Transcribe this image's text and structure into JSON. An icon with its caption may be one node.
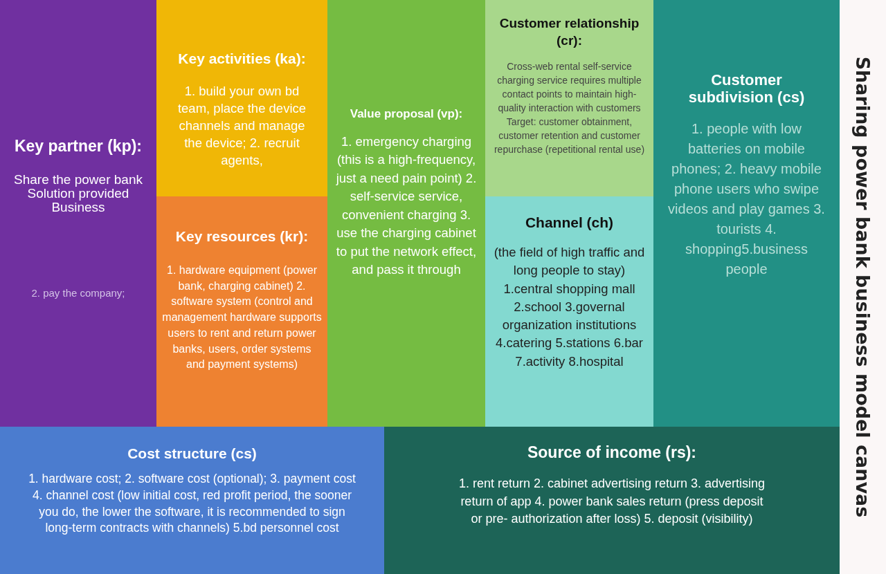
{
  "diagram": {
    "title": "Sharing power bank business model canvas",
    "nodes": [
      {
        "text": [
          "Key partner (kp):",
          "Share the power bank Solution provided Business",
          "2. pay the company;"
        ]
      },
      {
        "text": [
          "Key activities (ka):",
          "1. build your own bd team, place the device channels and manage the device; 2. recruit agents,"
        ]
      },
      {
        "text": [
          "Key resources (kr):",
          "1. hardware equipment (power bank, charging cabinet) 2. software system (control and management hardware supports users to rent and return power banks, users, order systems and payment systems)"
        ]
      },
      {
        "text": [
          "Value proposal (vp):",
          "1. emergency charging (this is a high-frequency, just a need pain point) 2. self-service service, convenient charging 3. use the charging cabinet to put the network effect, and pass it through"
        ]
      },
      {
        "text": [
          "Customer relationship (cr):",
          "Cross-web rental self-service charging service requires multiple contact points to maintain high-quality interaction with customers Target: customer obtainment, customer retention and customer repurchase (repetitional rental use)"
        ]
      },
      {
        "text": [
          "Channel (ch)",
          "(the field of high traffic and long people to stay) 1.central shopping mall 2.school 3.governal organization institutions 4.catering 5.stations 6.bar 7.activity 8.hospital"
        ]
      },
      {
        "text": [
          "Customer subdivision (cs)",
          "1. people with low batteries on mobile phones; 2. heavy mobile phone users who swipe videos and play games 3. tourists 4. shopping5.business people"
        ]
      },
      {
        "text": [
          "Cost structure (cs)",
          "1. hardware cost; 2. software cost (optional); 3. payment cost 4. channel cost (low initial cost, red profit period, the sooner you do, the lower the software, it is recommended to sign long-term contracts with channels) 5.bd personnel cost"
        ]
      },
      {
        "text": [
          "Source of income (rs):",
          "1. rent return 2. cabinet advertising return 3. advertising return of app 4. power bank sales return (press deposit or pre- authorization after loss) 5. deposit (visibility)"
        ]
      }
    ]
  }
}
